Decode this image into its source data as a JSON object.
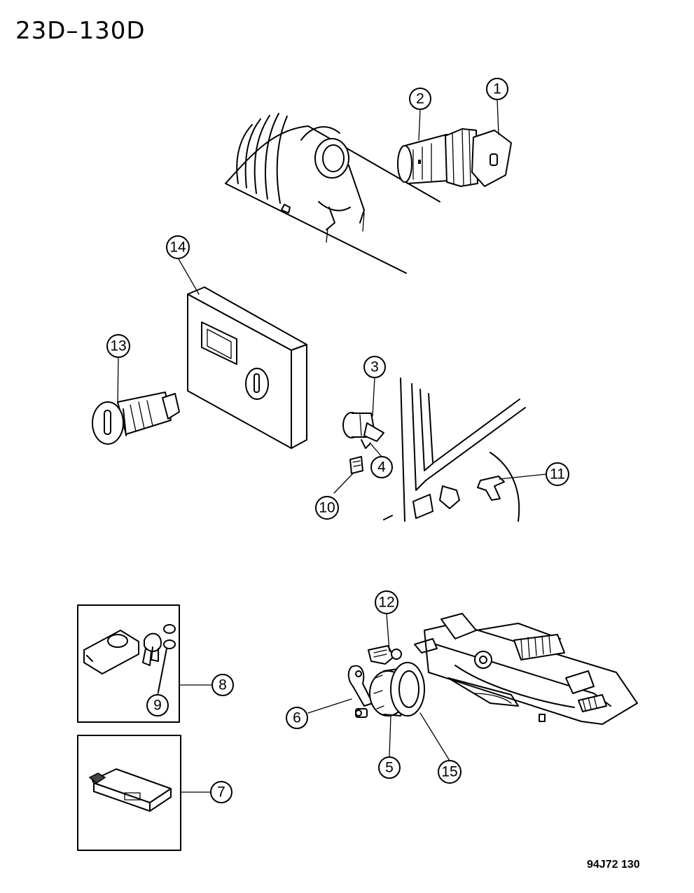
{
  "header": {
    "diagram_code": "23D–130D"
  },
  "footer": {
    "figure_code": "94J72  130"
  },
  "callouts": {
    "c1": "1",
    "c2": "2",
    "c3": "3",
    "c4": "4",
    "c5": "5",
    "c6": "6",
    "c7": "7",
    "c8": "8",
    "c9": "9",
    "c10": "10",
    "c11": "11",
    "c12": "12",
    "c13": "13",
    "c14": "14",
    "c15": "15"
  }
}
